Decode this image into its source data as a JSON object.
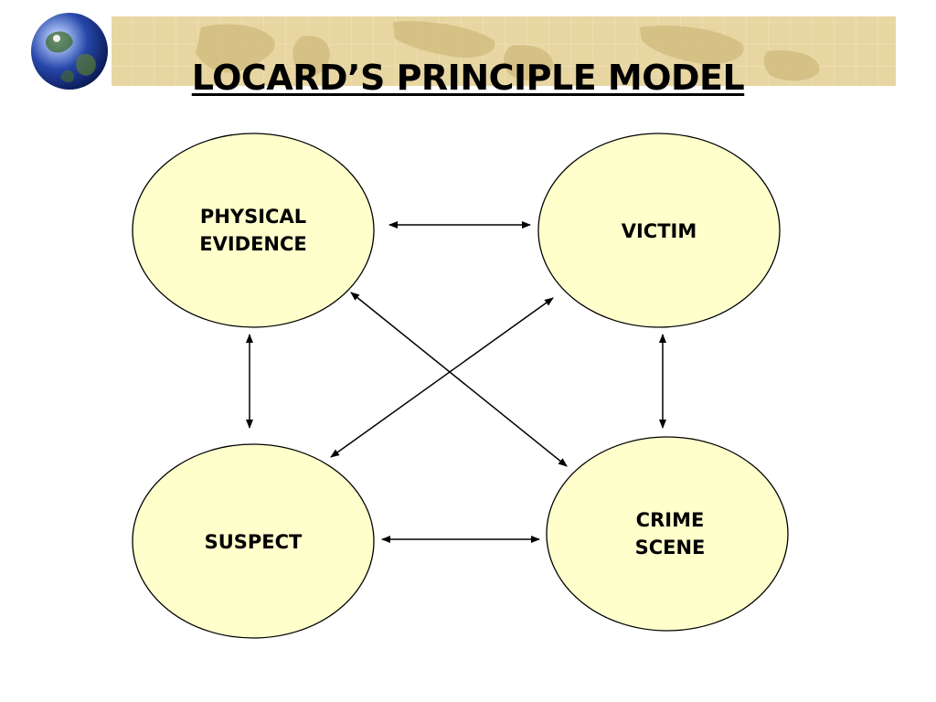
{
  "title": "LOCARD’S PRINCIPLE MODEL",
  "colors": {
    "node_fill": "#ffffcc",
    "node_stroke": "#000000",
    "banner_tan": "#e7d6a2",
    "banner_grid": "#f4ead0",
    "globe_blue": "#1d3f9a",
    "title_color": "#000000"
  },
  "icons": {
    "globe": "globe-icon"
  },
  "nodes": {
    "physical_evidence": {
      "line1": "PHYSICAL",
      "line2": "EVIDENCE"
    },
    "victim": {
      "line1": "VICTIM"
    },
    "suspect": {
      "line1": "SUSPECT"
    },
    "crime_scene": {
      "line1": "CRIME",
      "line2": "SCENE"
    }
  },
  "connections": [
    {
      "from": "physical_evidence",
      "to": "victim",
      "bidirectional": true
    },
    {
      "from": "physical_evidence",
      "to": "suspect",
      "bidirectional": true
    },
    {
      "from": "physical_evidence",
      "to": "crime_scene",
      "bidirectional": true
    },
    {
      "from": "victim",
      "to": "suspect",
      "bidirectional": true
    },
    {
      "from": "victim",
      "to": "crime_scene",
      "bidirectional": true
    },
    {
      "from": "suspect",
      "to": "crime_scene",
      "bidirectional": true
    }
  ]
}
